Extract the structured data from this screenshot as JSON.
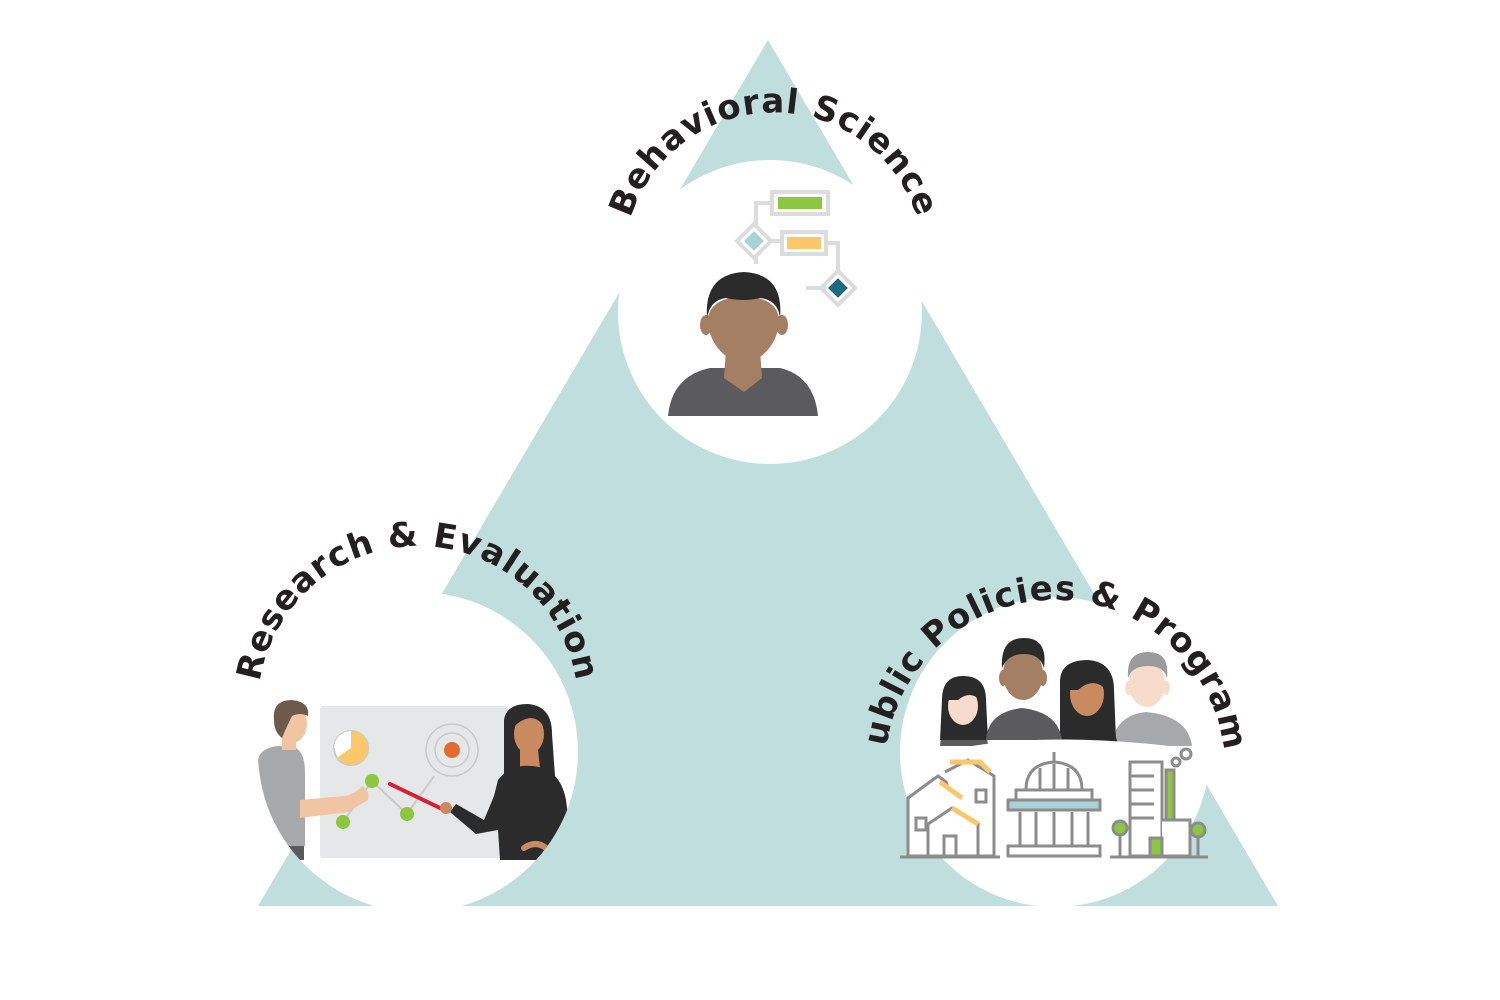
{
  "colors": {
    "triangle": "#bfdedd",
    "circle": "#ffffff",
    "label": "#231f20",
    "skin_dark": "#a47f63",
    "skin_light": "#f7dccd",
    "skin_medium": "#c98a5f",
    "hair_dark": "#2b2b2b",
    "shirt_dark": "#5b5b5e",
    "shirt_gray": "#a7a8aa",
    "accent_green": "#8dc63f",
    "accent_yellow": "#fcc76a",
    "accent_orange": "#e36b2c",
    "accent_teal": "#1b6b80",
    "accent_lightteal": "#a9d2d5"
  },
  "nodes": {
    "top": {
      "label": "Behavioral Science",
      "icon": "person-flowchart-icon"
    },
    "left": {
      "label": "Research & Evaluation",
      "icon": "presentation-board-icon"
    },
    "right": {
      "label": "Public Policies & Programs",
      "icon": "community-city-icon"
    }
  }
}
